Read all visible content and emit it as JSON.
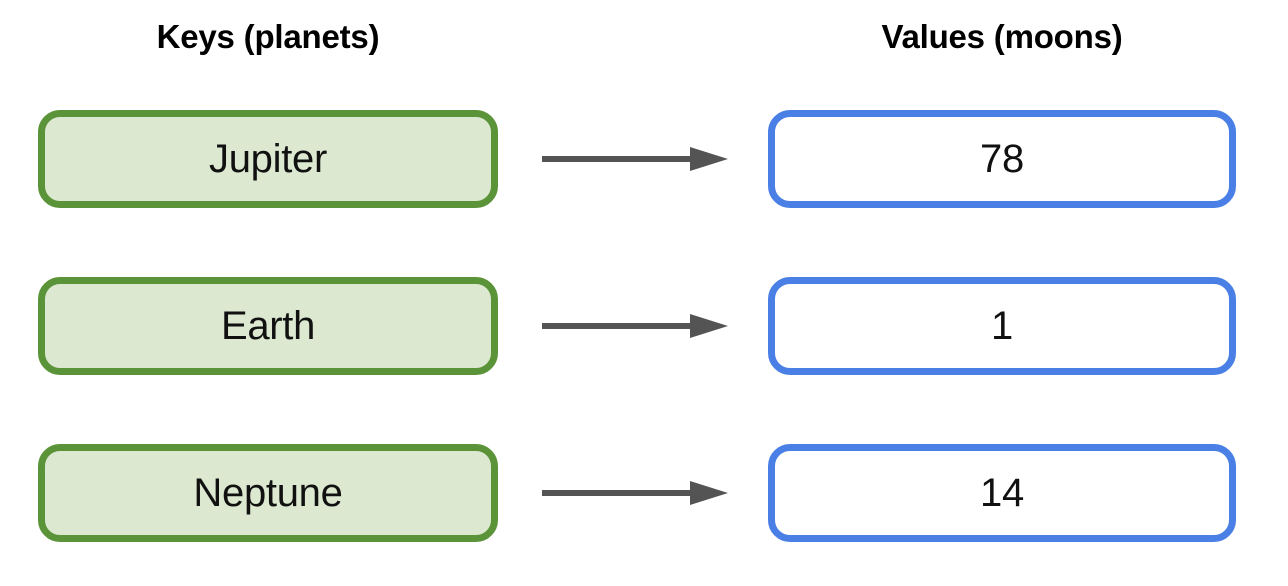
{
  "headers": {
    "keys": "Keys (planets)",
    "values": "Values (moons)"
  },
  "colors": {
    "key_border": "#5B9339",
    "key_fill": "#DCE9D0",
    "value_border": "#4A80E5",
    "value_fill": "#FFFFFF",
    "arrow": "#545454",
    "text": "#111111",
    "background": "#FFFFFF"
  },
  "icons": {
    "arrow": "arrow-right-icon"
  },
  "mappings": [
    {
      "key": "Jupiter",
      "value": "78"
    },
    {
      "key": "Earth",
      "value": "1"
    },
    {
      "key": "Neptune",
      "value": "14"
    }
  ]
}
